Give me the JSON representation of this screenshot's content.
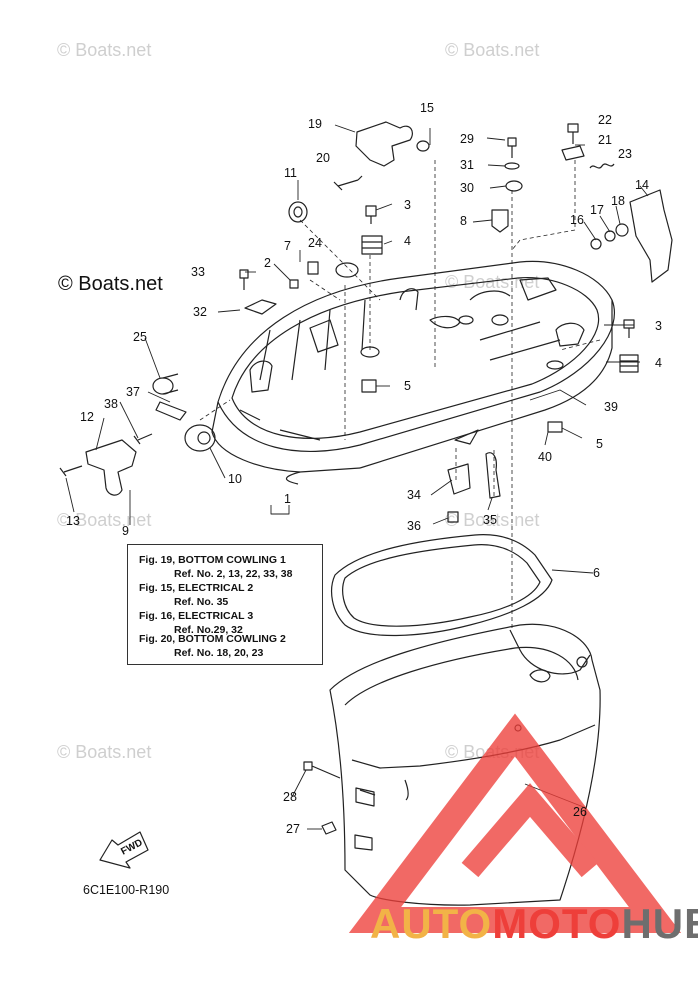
{
  "watermarks": {
    "small": "© Boats.net",
    "main": "© Boats.net"
  },
  "callouts": [
    {
      "id": "1",
      "label": "1"
    },
    {
      "id": "2",
      "label": "2"
    },
    {
      "id": "3a",
      "label": "3"
    },
    {
      "id": "3b",
      "label": "3"
    },
    {
      "id": "4a",
      "label": "4"
    },
    {
      "id": "4b",
      "label": "4"
    },
    {
      "id": "5a",
      "label": "5"
    },
    {
      "id": "5b",
      "label": "5"
    },
    {
      "id": "6",
      "label": "6"
    },
    {
      "id": "7",
      "label": "7"
    },
    {
      "id": "8",
      "label": "8"
    },
    {
      "id": "9",
      "label": "9"
    },
    {
      "id": "10",
      "label": "10"
    },
    {
      "id": "11",
      "label": "11"
    },
    {
      "id": "12",
      "label": "12"
    },
    {
      "id": "13",
      "label": "13"
    },
    {
      "id": "14",
      "label": "14"
    },
    {
      "id": "15",
      "label": "15"
    },
    {
      "id": "16",
      "label": "16"
    },
    {
      "id": "17",
      "label": "17"
    },
    {
      "id": "18",
      "label": "18"
    },
    {
      "id": "19",
      "label": "19"
    },
    {
      "id": "20",
      "label": "20"
    },
    {
      "id": "21",
      "label": "21"
    },
    {
      "id": "22",
      "label": "22"
    },
    {
      "id": "23",
      "label": "23"
    },
    {
      "id": "24",
      "label": "24"
    },
    {
      "id": "25",
      "label": "25"
    },
    {
      "id": "26",
      "label": "26"
    },
    {
      "id": "27",
      "label": "27"
    },
    {
      "id": "28",
      "label": "28"
    },
    {
      "id": "29",
      "label": "29"
    },
    {
      "id": "30",
      "label": "30"
    },
    {
      "id": "31",
      "label": "31"
    },
    {
      "id": "32",
      "label": "32"
    },
    {
      "id": "33",
      "label": "33"
    },
    {
      "id": "34",
      "label": "34"
    },
    {
      "id": "35",
      "label": "35"
    },
    {
      "id": "36",
      "label": "36"
    },
    {
      "id": "37",
      "label": "37"
    },
    {
      "id": "38",
      "label": "38"
    },
    {
      "id": "39",
      "label": "39"
    },
    {
      "id": "40",
      "label": "40"
    }
  ],
  "reference_box": {
    "lines": [
      "Fig. 19, BOTTOM COWLING 1",
      "Ref. No. 2, 13, 22, 33, 38",
      "Fig. 15, ELECTRICAL 2",
      "Ref. No. 35",
      "Fig. 16, ELECTRICAL 3",
      "Ref. No.29, 32",
      "Fig. 20, BOTTOM COWLING 2",
      "Ref. No. 18, 20, 23"
    ]
  },
  "fwd_label": "FWD",
  "diagram_code": "6C1E100-R190",
  "brand": {
    "part1": "AUTO",
    "part2": "MOTO",
    "part3": "HUB",
    "colors": {
      "auto": "#f2b347",
      "moto": "#ee3f3a",
      "hub": "#6e6e6e",
      "logo_triangle": "#ee3f3a"
    }
  }
}
